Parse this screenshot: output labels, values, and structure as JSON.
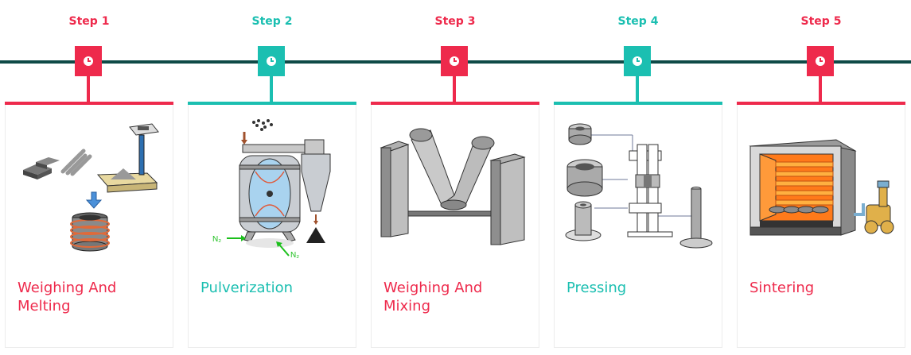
{
  "colors": {
    "red": "#ee2a4c",
    "teal": "#1bbfb1",
    "timeline": "#0e4a47"
  },
  "steps": [
    {
      "label": "Step 1",
      "title": "Weighing And Melting",
      "icon": "clock-icon",
      "color": "red"
    },
    {
      "label": "Step 2",
      "title": "Pulverization",
      "icon": "clock-icon",
      "color": "teal"
    },
    {
      "label": "Step 3",
      "title": "Weighing And Mixing",
      "icon": "clock-icon",
      "color": "red"
    },
    {
      "label": "Step 4",
      "title": "Pressing",
      "icon": "clock-icon",
      "color": "teal"
    },
    {
      "label": "Step 5",
      "title": "Sintering",
      "icon": "clock-icon",
      "color": "red"
    }
  ],
  "diagram_labels": {
    "n2_left": "N₂",
    "n2_right": "N₂"
  }
}
